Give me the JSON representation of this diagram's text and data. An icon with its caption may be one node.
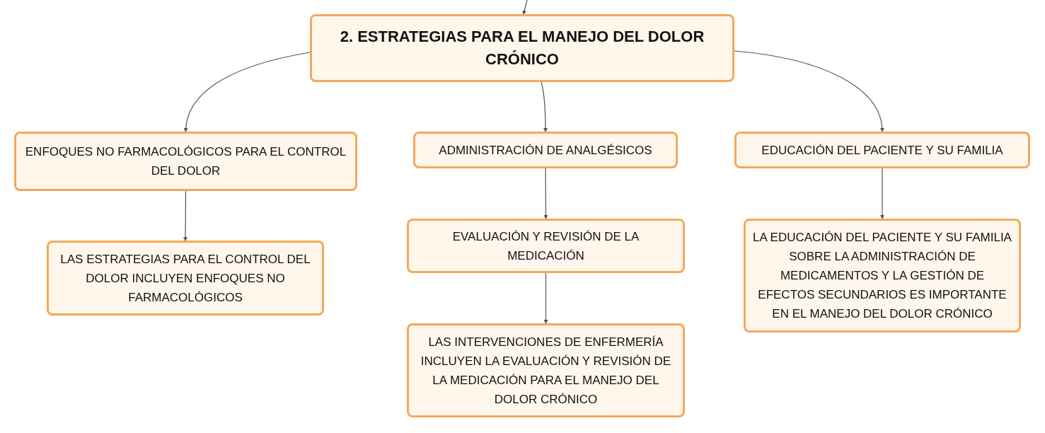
{
  "diagram": {
    "nodes": [
      {
        "text": [
          "2. ESTRATEGIAS PARA EL MANEJO DEL DOLOR CRÓNICO"
        ]
      },
      {
        "text": [
          "ENFOQUES NO FARMACOLÓGICOS PARA EL CONTROL DEL DOLOR"
        ]
      },
      {
        "text": [
          "ADMINISTRACIÓN DE ANALGÉSICOS"
        ]
      },
      {
        "text": [
          "EDUCACIÓN DEL PACIENTE Y SU FAMILIA"
        ]
      },
      {
        "text": [
          "LAS ESTRATEGIAS PARA EL CONTROL DEL DOLOR INCLUYEN ENFOQUES NO FARMACOLÓGICOS"
        ]
      },
      {
        "text": [
          "EVALUACIÓN Y REVISIÓN DE LA MEDICACIÓN"
        ]
      },
      {
        "text": [
          "LAS INTERVENCIONES DE ENFERMERÍA INCLUYEN LA EVALUACIÓN Y REVISIÓN DE LA MEDICACIÓN PARA EL MANEJO DEL DOLOR CRÓNICO"
        ]
      },
      {
        "text": [
          "LA EDUCACIÓN DEL PACIENTE Y SU FAMILIA SOBRE LA ADMINISTRACIÓN DE MEDICAMENTOS Y LA GESTIÓN DE EFECTOS SECUNDARIOS ES IMPORTANTE EN EL MANEJO DEL DOLOR CRÓNICO"
        ]
      }
    ],
    "edges": [
      {
        "from": null,
        "to": 0,
        "arrow": "to"
      },
      {
        "from": 0,
        "to": 1,
        "arrow": "to"
      },
      {
        "from": 0,
        "to": 2,
        "arrow": "to"
      },
      {
        "from": 0,
        "to": 3,
        "arrow": "to"
      },
      {
        "from": 1,
        "to": 4,
        "arrow": "to"
      },
      {
        "from": 2,
        "to": 5,
        "arrow": "to"
      },
      {
        "from": 5,
        "to": 6,
        "arrow": "to"
      },
      {
        "from": 3,
        "to": 7,
        "arrow": "to"
      }
    ]
  }
}
